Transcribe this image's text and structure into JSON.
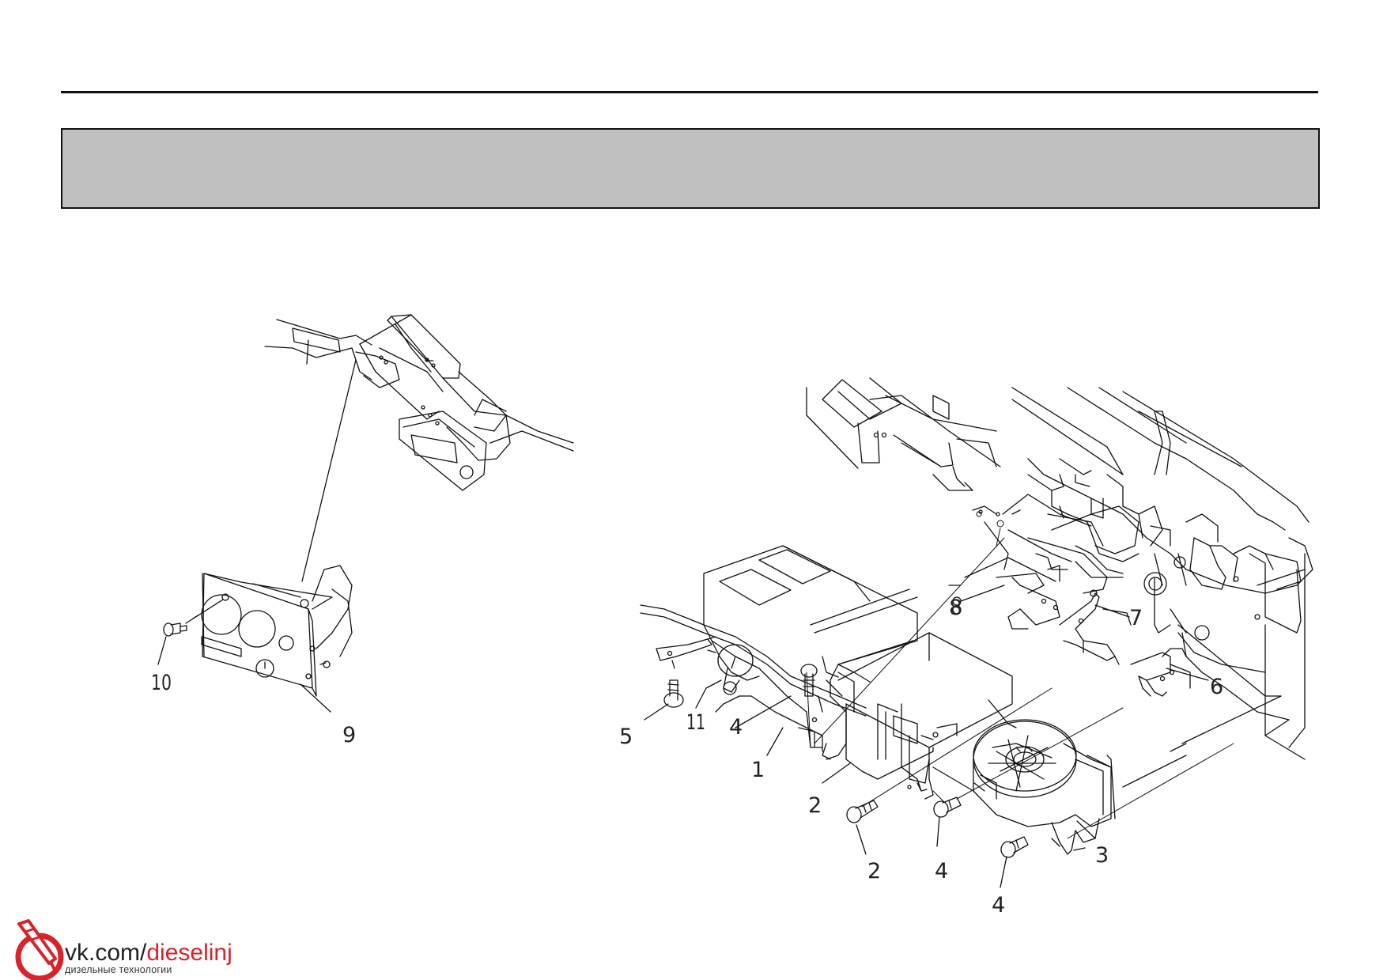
{
  "callouts": {
    "c1": "1",
    "c2a": "2",
    "c2b": "2",
    "c3": "3",
    "c4a": "4",
    "c4b": "4",
    "c4c": "4",
    "c5": "5",
    "c6": "6",
    "c7": "7",
    "c8": "8",
    "c9": "9",
    "c10": "10",
    "c11": "11"
  },
  "logo": {
    "prefix": "vk.com/",
    "accent": "dieselinj",
    "subtitle": "дизельные технологии",
    "accent_color": "#d9232a"
  }
}
